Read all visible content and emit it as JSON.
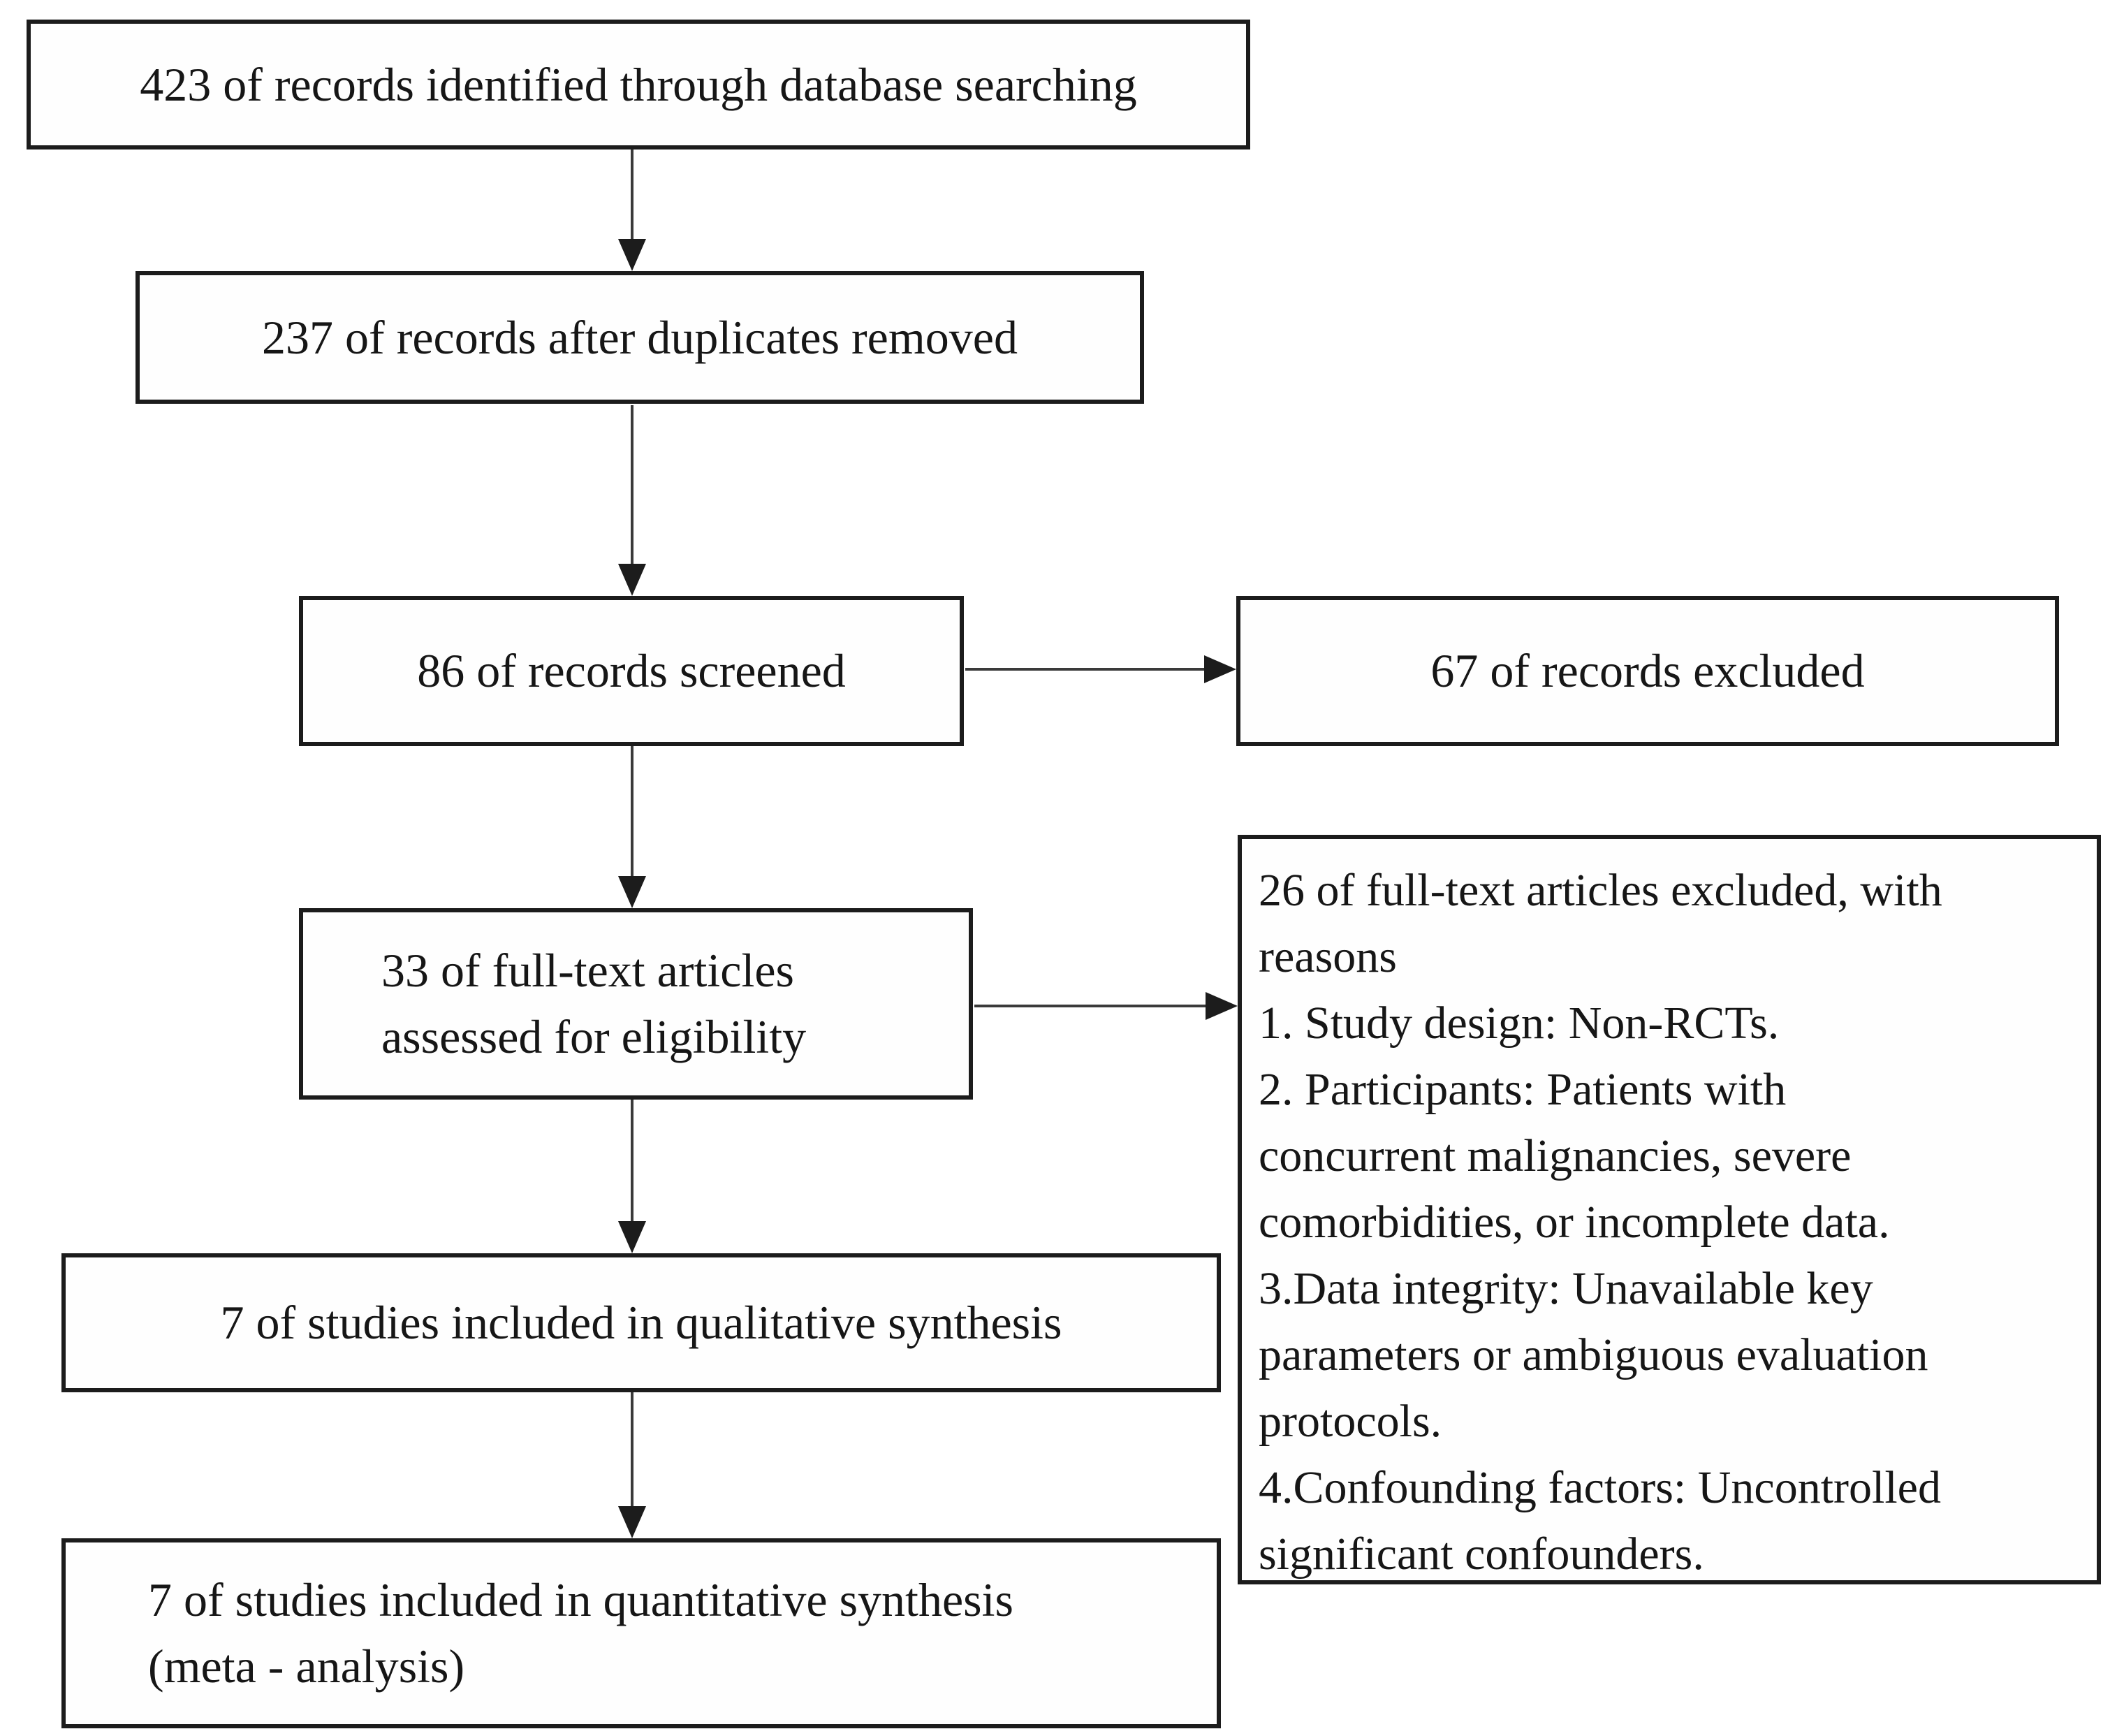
{
  "diagram": {
    "type": "flowchart",
    "boxes": {
      "identified": {
        "label": "423 of records identified through database searching"
      },
      "duplicates": {
        "label": "237 of records after duplicates removed"
      },
      "screened": {
        "label": "86 of records screened"
      },
      "excluded": {
        "label": "67 of records excluded"
      },
      "fulltext": {
        "label": "33 of full-text articles\nassessed for eligibility"
      },
      "qualitative": {
        "label": "7 of studies included in qualitative synthesis"
      },
      "quantitative": {
        "label": "7 of studies included in quantitative synthesis\n(meta - analysis)"
      },
      "reasons": {
        "items": [
          "26 of full-text articles excluded, with\nreasons",
          "1. Study design: Non-RCTs.",
          "2. Participants: Patients with\nconcurrent malignancies, severe\ncomorbidities, or incomplete data.",
          "3.Data integrity: Unavailable key\nparameters or ambiguous evaluation\nprotocols.",
          "4.Confounding factors: Uncontrolled\nsignificant confounders."
        ]
      }
    },
    "edges": [
      {
        "from": "identified",
        "to": "duplicates"
      },
      {
        "from": "duplicates",
        "to": "screened"
      },
      {
        "from": "screened",
        "to": "excluded"
      },
      {
        "from": "screened",
        "to": "fulltext"
      },
      {
        "from": "fulltext",
        "to": "reasons"
      },
      {
        "from": "fulltext",
        "to": "qualitative"
      },
      {
        "from": "qualitative",
        "to": "quantitative"
      }
    ],
    "colors": {
      "background": "#ffffff",
      "border": "#1c1c1c",
      "text": "#161616"
    }
  }
}
